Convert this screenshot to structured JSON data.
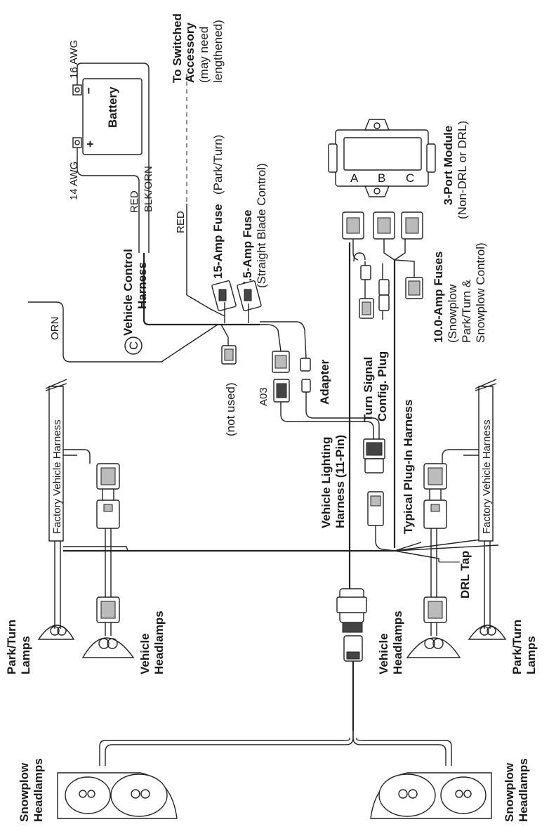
{
  "battery": {
    "label": "Battery",
    "neg": "−",
    "pos": "+",
    "wire_neg": "16 AWG",
    "wire_pos": "14 AWG"
  },
  "switched_accessory": {
    "title1": "To Switched",
    "title2": "Accessory",
    "note1": "(may need",
    "note2": "lengthened)"
  },
  "wire_colors": {
    "red1": "RED",
    "blk_orn": "BLK/ORN",
    "red2": "RED",
    "orn": "ORN"
  },
  "fuses": {
    "fuse15_bold": "15-Amp Fuse",
    "fuse15_note": "(Park/Turn)",
    "fuse75_bold": "7.5-Amp Fuse",
    "fuse75_note": "(Straight Blade Control)"
  },
  "vehicle_control": {
    "circle": "C",
    "line1": "Vehicle Control",
    "line2": "Harness",
    "not_used": "(not used)"
  },
  "module": {
    "title": "3-Port Module",
    "subtitle": "(Non-DRL or DRL)",
    "port_a": "A",
    "port_b": "B",
    "port_c": "C"
  },
  "fuses10": {
    "bold": "10.0-Amp Fuses",
    "line1": "(Snowplow",
    "line2": "Park/Turn &",
    "line3": "Snowplow Control)"
  },
  "labels": {
    "adapter": "Adapter",
    "turn_signal1": "Turn Signal",
    "turn_signal2": "Config. Plug",
    "plug_in": "Typical Plug-In Harness",
    "vl1": "Vehicle Lighting",
    "vl2": "Harness (11-Pin)",
    "drl_tap": "DRL Tap",
    "factory_left": "Factory Vehicle Harness",
    "factory_right": "Factory Vehicle Harness",
    "park_turn_left1": "Park/Turn",
    "park_turn_left2": "Lamps",
    "vh_left1": "Vehicle",
    "vh_left2": "Headlamps",
    "vh_right1": "Vehicle",
    "vh_right2": "Headlamps",
    "park_turn_right1": "Park/Turn",
    "park_turn_right2": "Lamps",
    "sp_left1": "Snowplow",
    "sp_left2": "Headlamps",
    "sp_right1": "Snowplow",
    "sp_right2": "Headlamps"
  }
}
